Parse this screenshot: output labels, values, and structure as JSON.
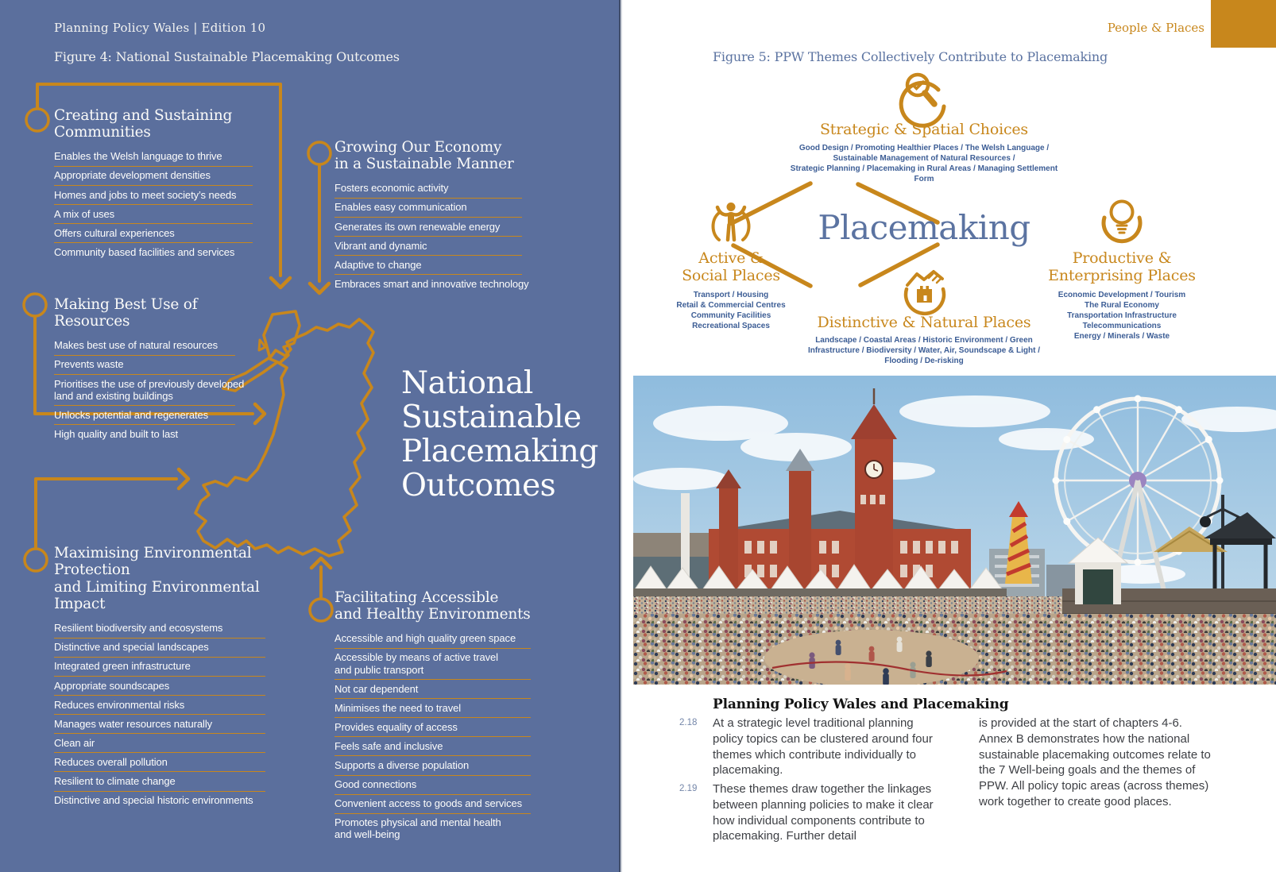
{
  "colors": {
    "accent_orange": "#c8871c",
    "page_blue": "#5b6f9d",
    "steel_blue": "#5b73a1",
    "deep_blue": "#3c5d95",
    "body_text": "#3e4045"
  },
  "page_left": {
    "header": "Planning Policy Wales | Edition 10",
    "figure_title": "Figure 4: National Sustainable Placemaking Outcomes",
    "center_title_lines": [
      "National",
      "Sustainable",
      "Placemaking",
      "Outcomes"
    ],
    "sections": [
      {
        "title_lines": [
          "Creating and Sustaining",
          "Communities"
        ],
        "items": [
          "Enables the Welsh language to thrive",
          "Appropriate development densities",
          "Homes and jobs to meet society’s needs",
          "A mix of uses",
          "Offers cultural experiences",
          "Community based facilities and services"
        ]
      },
      {
        "title_lines": [
          "Growing Our Economy",
          "in a Sustainable Manner"
        ],
        "items": [
          "Fosters economic activity",
          "Enables easy communication",
          "Generates its own renewable energy",
          "Vibrant and dynamic",
          "Adaptive to change",
          "Embraces smart and innovative technology"
        ]
      },
      {
        "title_lines": [
          "Making Best Use of Resources"
        ],
        "items": [
          "Makes best use of natural resources",
          "Prevents waste",
          "Prioritises the use of previously developed\nland and existing buildings",
          "Unlocks potential and regenerates",
          "High quality and built to last"
        ]
      },
      {
        "title_lines": [
          "Maximising Environmental Protection",
          "and Limiting Environmental Impact"
        ],
        "items": [
          "Resilient biodiversity and ecosystems",
          "Distinctive and special landscapes",
          "Integrated green infrastructure",
          "Appropriate soundscapes",
          "Reduces environmental risks",
          "Manages water resources naturally",
          "Clean air",
          "Reduces overall pollution",
          "Resilient to climate change",
          "Distinctive and special historic environments"
        ]
      },
      {
        "title_lines": [
          "Facilitating Accessible",
          "and Healthy Environments"
        ],
        "items": [
          "Accessible and high quality green space",
          "Accessible by means of active travel\nand public transport",
          "Not car dependent",
          "Minimises the need to travel",
          "Provides equality of access",
          "Feels safe and inclusive",
          "Supports a diverse population",
          "Good connections",
          "Convenient access to goods and services",
          "Promotes physical and mental health\nand well-being"
        ]
      }
    ]
  },
  "page_right": {
    "tab_label": "People & Places",
    "figure_title": "Figure 5: PPW Themes Collectively Contribute to Placemaking",
    "center_label": "Placemaking",
    "themes": [
      {
        "icon": "magnifier-check-icon",
        "name_lines": [
          "Strategic & Spatial Choices"
        ],
        "topics": [
          "Good Design / Promoting Healthier Places / The Welsh Language /",
          "Sustainable Management of Natural Resources /",
          "Strategic Planning / Placemaking in Rural Areas / Managing Settlement Form"
        ]
      },
      {
        "icon": "person-icon",
        "name_lines": [
          "Active &",
          "Social Places"
        ],
        "topics": [
          "Transport / Housing",
          "Retail & Commercial Centres",
          "Community Facilities",
          "Recreational Spaces"
        ]
      },
      {
        "icon": "lightbulb-icon",
        "name_lines": [
          "Productive &",
          "Enterprising Places"
        ],
        "topics": [
          "Economic Development / Tourism",
          "The Rural Economy",
          "Transportation Infrastructure",
          "Telecommunications",
          "Energy / Minerals / Waste"
        ]
      },
      {
        "icon": "house-castle-icon",
        "name_lines": [
          "Distinctive & Natural Places"
        ],
        "topics": [
          "Landscape / Coastal Areas / Historic Environment / Green",
          "Infrastructure / Biodiversity / Water, Air, Soundscape & Light /",
          "Flooding / De-risking"
        ]
      }
    ],
    "photo_subject": "Festival crowd at Cardiff Bay with the red-brick Pierhead building, white marquees and a large observation wheel",
    "article": {
      "heading": "Planning Policy Wales and Placemaking",
      "paragraphs": [
        {
          "num": "2.18",
          "text": "At a strategic level traditional planning policy topics can be clustered around four themes which contribute individually to placemaking."
        },
        {
          "num": "2.19",
          "text": "These themes draw together the linkages between planning policies to make it clear how individual components contribute to placemaking. Further detail"
        }
      ],
      "continuation": "is provided at the start of chapters 4-6. Annex B demonstrates how the national sustainable placemaking outcomes relate to the 7 Well-being goals and the themes of PPW. All policy topic areas (across themes) work together to create good places."
    }
  }
}
